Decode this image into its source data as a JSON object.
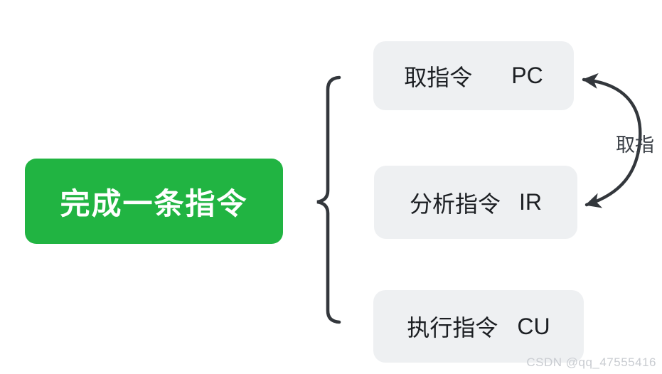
{
  "diagram": {
    "root": {
      "label": "完成一条指令"
    },
    "nodes": [
      {
        "cn": "取指令",
        "en": "PC"
      },
      {
        "cn": "分析指令",
        "en": "IR"
      },
      {
        "cn": "执行指令",
        "en": "CU"
      }
    ],
    "arrow_label": "取指",
    "colors": {
      "root_bg": "#21b442",
      "root_text": "#ffffff",
      "node_bg": "#eef0f2",
      "node_text": "#1c1f23",
      "line": "#33373c",
      "arrow_label_text": "#3a3f46",
      "watermark_text": "#c9ccd1",
      "background": "#ffffff"
    }
  },
  "watermark": "CSDN @qq_47555416"
}
